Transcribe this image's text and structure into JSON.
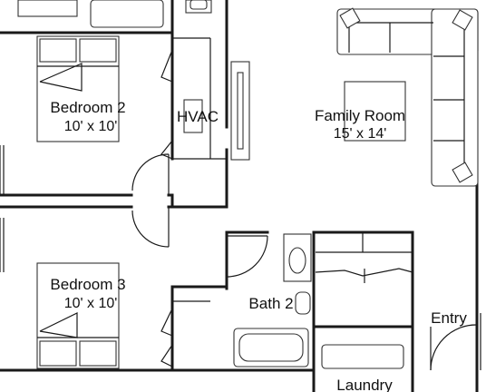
{
  "rooms": {
    "bedroom2": {
      "name": "Bedroom 2",
      "size": "10' x 10'"
    },
    "bedroom3": {
      "name": "Bedroom 3",
      "size": "10' x 10'"
    },
    "family_room": {
      "name": "Family Room",
      "size": "15' x 14'"
    },
    "hvac": {
      "name": "HVAC"
    },
    "bath2": {
      "name": "Bath 2"
    },
    "entry": {
      "name": "Entry"
    },
    "laundry": {
      "name": "Laundry"
    }
  },
  "colors": {
    "line": "#1a1a1a",
    "background": "#ffffff"
  }
}
